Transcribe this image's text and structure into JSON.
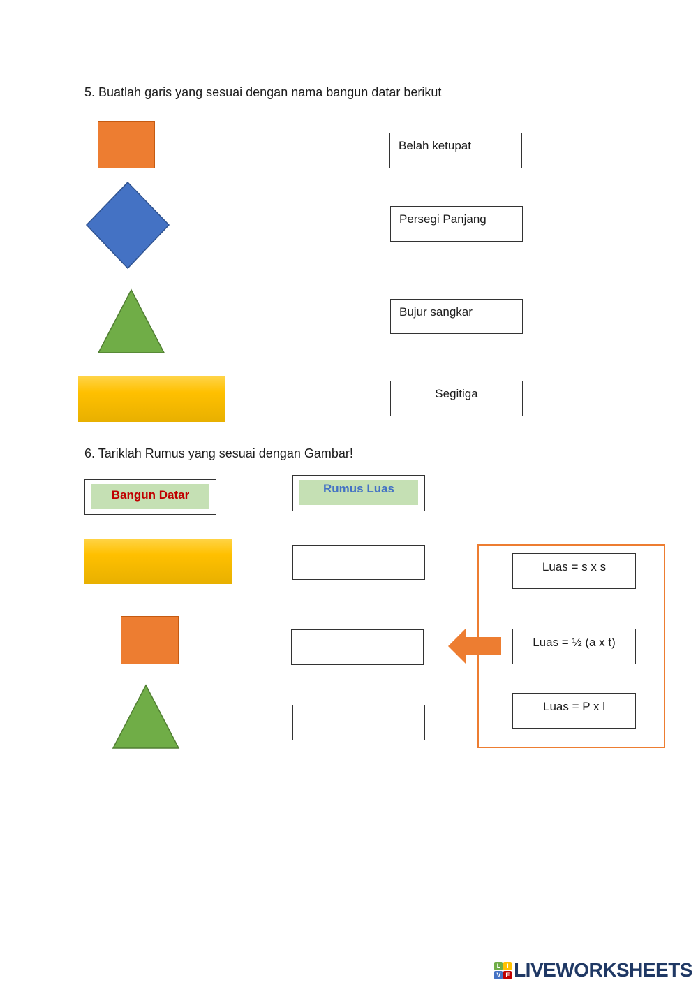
{
  "question5": {
    "text": "5. Buatlah garis yang sesuai dengan nama bangun datar berikut",
    "labels": [
      "Belah ketupat",
      "Persegi Panjang",
      "Bujur sangkar",
      "Segitiga"
    ]
  },
  "question6": {
    "text": "6. Tariklah Rumus yang sesuai dengan Gambar!",
    "header_shape": "Bangun Datar",
    "header_formula": "Rumus Luas",
    "formulas": [
      "Luas = s x s",
      "Luas = ½ (a x t)",
      "Luas = P x l"
    ]
  },
  "logo": {
    "text": "LIVEWORKSHEETS",
    "mark_letters": [
      "L",
      "I",
      "V",
      "E"
    ]
  },
  "colors": {
    "orange": "#ed7d31",
    "blue": "#4472c4",
    "green": "#70ad47",
    "yellow": "#ffc000",
    "header_bg": "#c5e0b4",
    "header_shape_text": "#c00000",
    "header_formula_text": "#4472c4"
  }
}
